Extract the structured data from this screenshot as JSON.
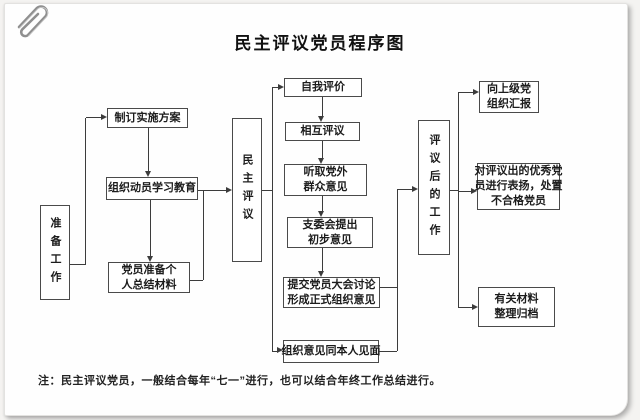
{
  "title": "民主评议党员程序图",
  "note": "注：民主评议党员，一般结合每年“七一”进行，也可以结合年终工作总结进行。",
  "stages": {
    "prepare": "准备工作",
    "review": "民主评议",
    "after_work": "评议后的工作"
  },
  "nodes": {
    "plan": {
      "lines": [
        "制订实施方案"
      ]
    },
    "mobilize": {
      "lines": [
        "组织动员学习教育"
      ]
    },
    "material": {
      "lines": [
        "党员准备个",
        "人总结材料"
      ]
    },
    "self_eval": {
      "lines": [
        "自我评价"
      ]
    },
    "mutual_eval": {
      "lines": [
        "相互评议"
      ]
    },
    "outside_opinion": {
      "lines": [
        "听取党外",
        "群众意见"
      ]
    },
    "committee_opinion": {
      "lines": [
        "支委会提出",
        "初步意见"
      ]
    },
    "formal_opinion": {
      "lines": [
        "提交党员大会讨论",
        "形成正式组织意见"
      ]
    },
    "meet_person": {
      "lines": [
        "组织意见同本人见面"
      ]
    },
    "report_up": {
      "lines": [
        "向上级党",
        "组织汇报"
      ]
    },
    "reward_punish": {
      "lines": [
        "对评议出的优秀党",
        "员进行表扬，处置",
        "不合格党员"
      ]
    },
    "archive": {
      "lines": [
        "有关材料",
        "整理归档"
      ]
    }
  }
}
